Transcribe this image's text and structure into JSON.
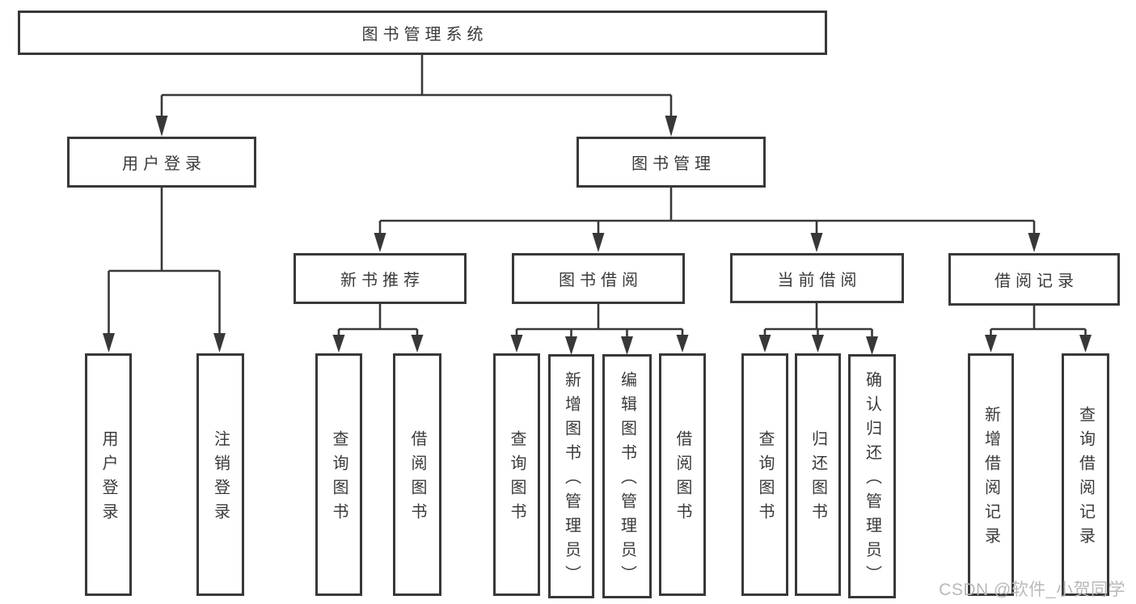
{
  "diagram": {
    "root": {
      "label": "图书管理系统"
    },
    "level2": [
      {
        "label": "用户登录",
        "parent": "图书管理系统"
      },
      {
        "label": "图书管理",
        "parent": "图书管理系统"
      }
    ],
    "level3": [
      {
        "label": "新书推荐",
        "parent": "图书管理"
      },
      {
        "label": "图书借阅",
        "parent": "图书管理"
      },
      {
        "label": "当前借阅",
        "parent": "图书管理"
      },
      {
        "label": "借阅记录",
        "parent": "图书管理"
      }
    ],
    "leaves": [
      {
        "label": "用户登录",
        "parent": "用户登录"
      },
      {
        "label": "注销登录",
        "parent": "用户登录"
      },
      {
        "label": "查询图书",
        "parent": "新书推荐"
      },
      {
        "label": "借阅图书",
        "parent": "新书推荐"
      },
      {
        "label": "查询图书",
        "parent": "图书借阅"
      },
      {
        "label": "新增图书（管理员）",
        "parent": "图书借阅"
      },
      {
        "label": "编辑图书（管理员）",
        "parent": "图书借阅"
      },
      {
        "label": "借阅图书",
        "parent": "图书借阅"
      },
      {
        "label": "查询图书",
        "parent": "当前借阅"
      },
      {
        "label": "归还图书",
        "parent": "当前借阅"
      },
      {
        "label": "确认归还（管理员）",
        "parent": "当前借阅"
      },
      {
        "label": "新增借阅记录",
        "parent": "借阅记录"
      },
      {
        "label": "查询借阅记录",
        "parent": "借阅记录"
      }
    ],
    "watermark": {
      "label": "CSDN @软件_小贺同学",
      "color": "#b9b9b9"
    },
    "colors": {
      "line": "#383838",
      "text": "#3a3a3a",
      "box_background": "#ffffff"
    }
  }
}
